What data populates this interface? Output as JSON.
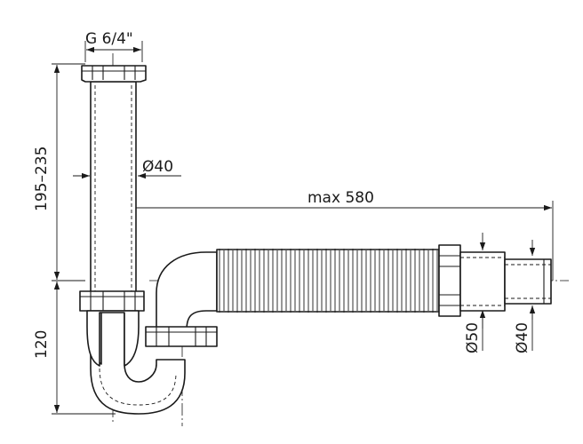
{
  "labels": {
    "thread": "G 6/4\"",
    "height_upper": "195–235",
    "height_lower": "120",
    "pipe_diameter": "Ø40",
    "max_length": "max 580",
    "outlet_outer": "Ø50",
    "outlet_inner": "Ø40"
  },
  "colors": {
    "ink": "#1a1a1a",
    "background": "#ffffff"
  }
}
